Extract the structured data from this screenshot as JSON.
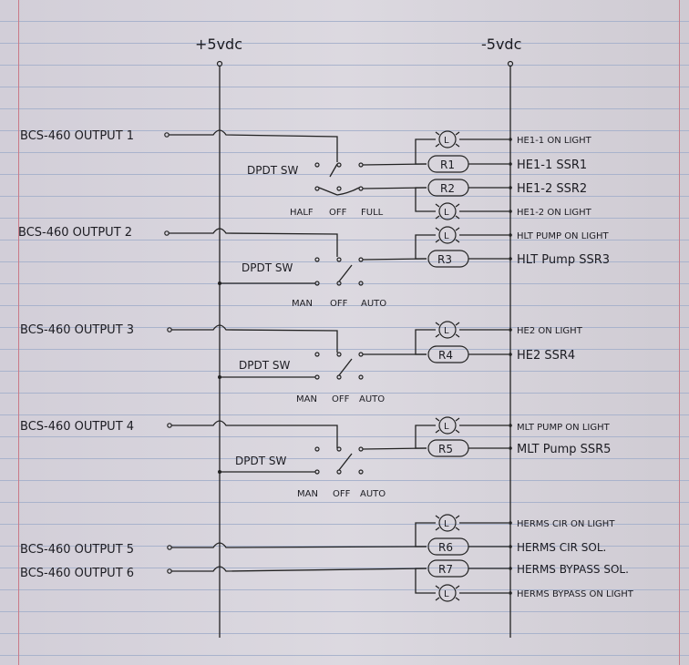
{
  "rails": {
    "positive": "+5vdc",
    "negative": "-5vdc"
  },
  "outputs": [
    "BCS-460 OUTPUT 1",
    "BCS-460 OUTPUT 2",
    "BCS-460 OUTPUT 3",
    "BCS-460 OUTPUT 4",
    "BCS-460 OUTPUT 5",
    "BCS-460 OUTPUT 6"
  ],
  "switches": [
    {
      "label": "DPDT SW",
      "positions": [
        "HALF",
        "OFF",
        "FULL"
      ]
    },
    {
      "label": "DPDT SW",
      "positions": [
        "MAN",
        "OFF",
        "AUTO"
      ]
    },
    {
      "label": "DPDT SW",
      "positions": [
        "MAN",
        "OFF",
        "AUTO"
      ]
    },
    {
      "label": "DPDT SW",
      "positions": [
        "MAN",
        "OFF",
        "AUTO"
      ]
    }
  ],
  "relays": [
    "R1",
    "R2",
    "R3",
    "R4",
    "R5",
    "R6",
    "R7"
  ],
  "light_symbol": "L",
  "loads": [
    "HE1-1 ON LIGHT",
    "HE1-1 SSR1",
    "HE1-2 SSR2",
    "HE1-2 ON LIGHT",
    "HLT PUMP ON LIGHT",
    "HLT Pump SSR3",
    "HE2 ON LIGHT",
    "HE2 SSR4",
    "MLT PUMP ON LIGHT",
    "MLT Pump SSR5",
    "HERMS CIR ON LIGHT",
    "HERMS CIR SOL.",
    "HERMS BYPASS SOL.",
    "HERMS BYPASS ON LIGHT"
  ],
  "colors": {
    "ink": "#222222",
    "paper": "#d6d2da",
    "rule": "#a9b3cc",
    "margin": "#c97a88"
  }
}
